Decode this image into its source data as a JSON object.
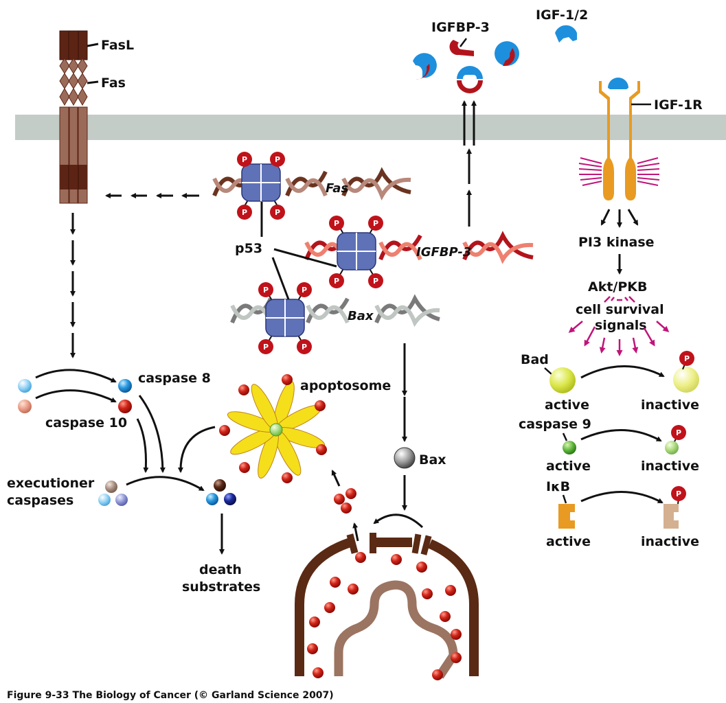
{
  "figure": {
    "caption": "Figure 9-33  The Biology of Cancer (© Garland Science 2007)"
  },
  "colors": {
    "membrane": "#c3ccc6",
    "fas_dark": "#5c2414",
    "fas_light": "#9b6b5a",
    "p53": "#5f72b8",
    "phospho": "#c0121a",
    "igf": "#1e8fdc",
    "igfbp": "#b3141c",
    "receptor": "#e89a22",
    "survival_arrows": "#c0147a",
    "mito": "#5a2a14",
    "mito_inner": "#9b7462",
    "apoptosome": "#f4df1a"
  },
  "labels": {
    "fasl": "FasL",
    "fas": "Fas",
    "igfbp3": "IGFBP-3",
    "igf12": "IGF-1/2",
    "igf1r": "IGF-1R",
    "p53": "p53",
    "gene_fas": "Fas",
    "gene_igfbp3": "IGFBP-3",
    "gene_bax": "Bax",
    "pi3k": "PI3 kinase",
    "akt": "Akt/PKB",
    "survival1": "cell survival",
    "survival2": "signals",
    "bad": "Bad",
    "caspase9_r": "caspase 9",
    "ikb": "IκB",
    "active": "active",
    "inactive": "inactive",
    "caspase8": "caspase 8",
    "caspase10": "caspase 10",
    "executioner1": "executioner",
    "executioner2": "caspases",
    "death1": "death",
    "death2": "substrates",
    "apoptosome": "apoptosome",
    "bax": "Bax",
    "phospho": "P"
  }
}
